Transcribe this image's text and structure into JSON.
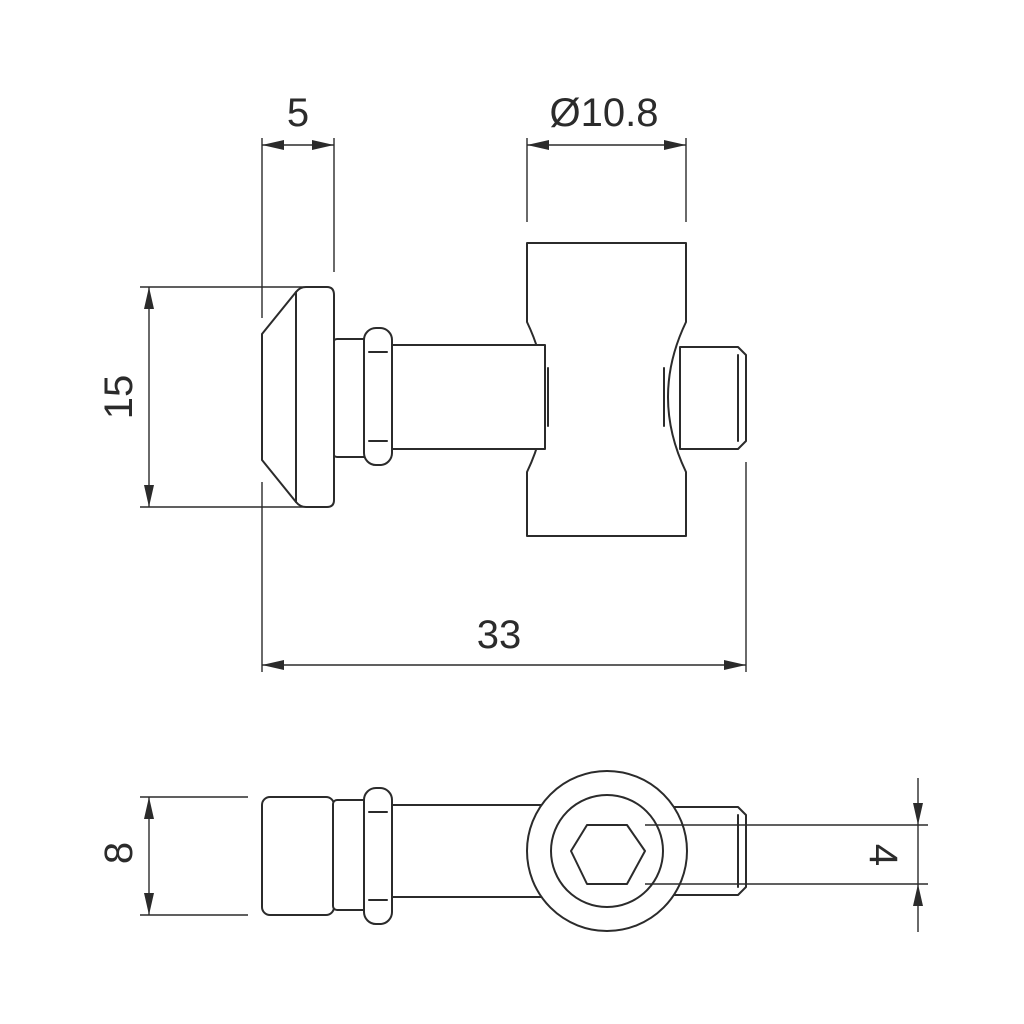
{
  "dimensions": {
    "head_thickness": "5",
    "body_diameter": "Ø10.8",
    "head_height": "15",
    "overall_length": "33",
    "width_bottom_view": "8",
    "hex_size": "4"
  },
  "colors": {
    "line": "#2b2b2b",
    "background": "#ffffff"
  }
}
